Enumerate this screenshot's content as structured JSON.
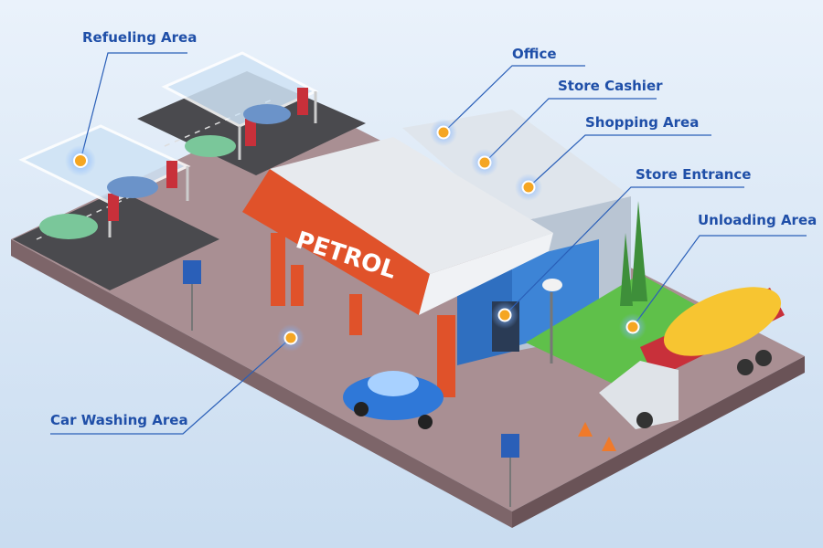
{
  "colors": {
    "label_text": "#1f4fa8",
    "leader_line": "#2a5fb8",
    "marker_fill": "#f5a623",
    "background": "#d9e7f5",
    "canopy_red": "#e0522a"
  },
  "sign": {
    "text": "PETROL"
  },
  "callouts": [
    {
      "id": "refueling-area",
      "label": "Refueling Area"
    },
    {
      "id": "office",
      "label": "Office"
    },
    {
      "id": "store-cashier",
      "label": "Store Cashier"
    },
    {
      "id": "shopping-area",
      "label": "Shopping Area"
    },
    {
      "id": "store-entrance",
      "label": "Store Entrance"
    },
    {
      "id": "unloading-area",
      "label": "Unloading Area"
    },
    {
      "id": "car-washing-area",
      "label": "Car Washing Area"
    }
  ]
}
